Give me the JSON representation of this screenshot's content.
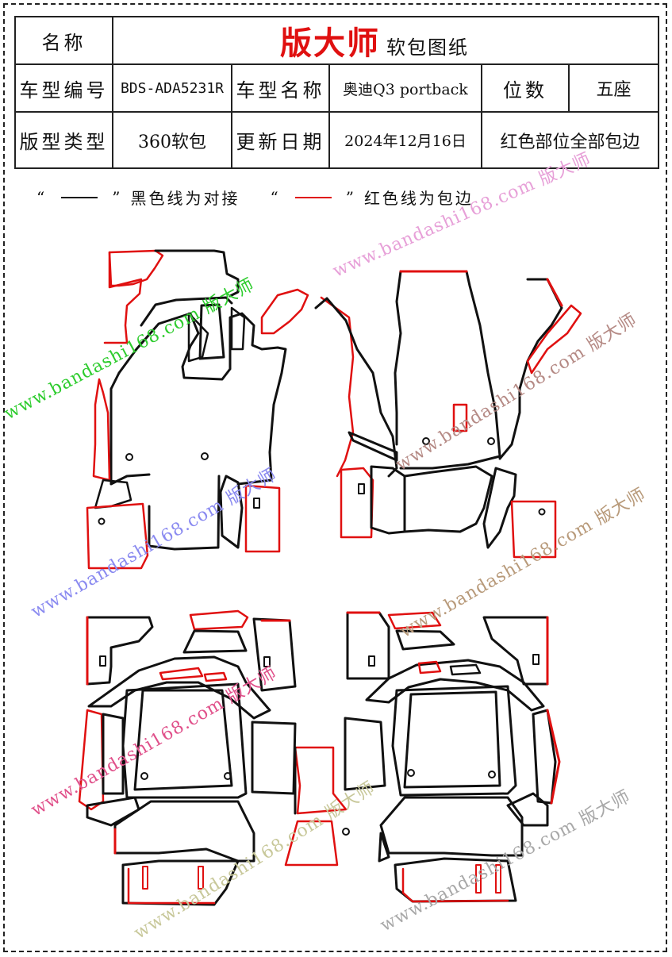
{
  "header": {
    "name_label": "名称",
    "brand": "版大师",
    "title_suffix": "软包图纸",
    "model_code_label": "车型编号",
    "model_code": "BDS-ADA5231R",
    "model_name_label": "车型名称",
    "model_name": "奥迪Q3 portback",
    "seats_label": "位数",
    "seats": "五座",
    "pattern_type_label": "版型类型",
    "pattern_type": "360软包",
    "update_date_label": "更新日期",
    "update_date": "2024年12月16日",
    "note": "红色部位全部包边"
  },
  "legend": {
    "open_quote": "“",
    "close_quote": "”",
    "black_text": "黑色线为对接",
    "red_text": "红色线为包边",
    "black_color": "#111111",
    "red_color": "#e01010"
  },
  "watermark": {
    "text": "www.bandashi168.com 版大师"
  },
  "colors": {
    "brand": "#e01010",
    "seam_black": "#111111",
    "edge_red": "#e01010"
  }
}
